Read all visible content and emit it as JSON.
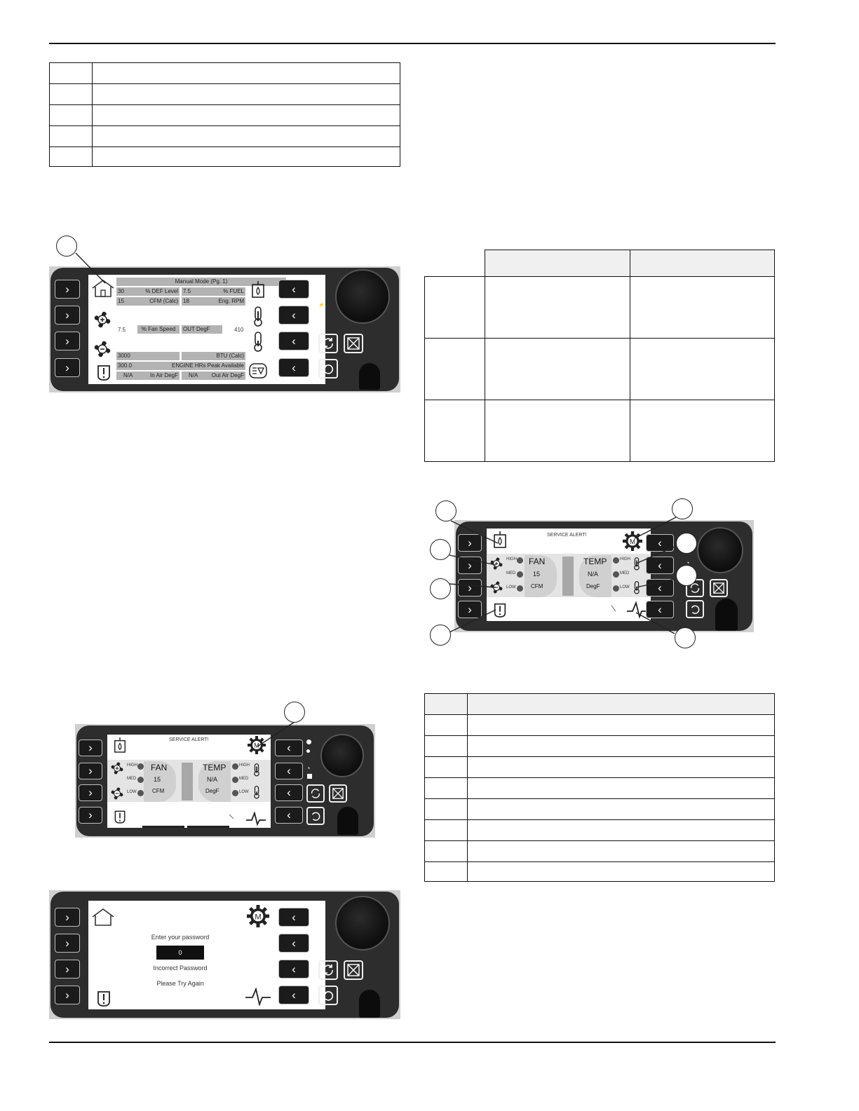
{
  "screens": {
    "manual_mode": {
      "title": "Manual Mode (Pg. 1)",
      "row1": [
        {
          "value": "30",
          "label": "% DEF Level"
        },
        {
          "value": "7.5",
          "label": "% FUEL"
        }
      ],
      "row2": [
        {
          "value": "15",
          "label": "CFM (Calc)"
        },
        {
          "value": "18",
          "label": "Eng. RPM"
        }
      ],
      "row3": {
        "value": "7.5",
        "label": "% Fan Speed",
        "out_label": "OUT DegF",
        "out_value": "410"
      },
      "row4": {
        "value": "3000",
        "label": "BTU (Calc)"
      },
      "row5": {
        "value": "300.0",
        "label": "ENGINE HRs Peak Available"
      },
      "row6": [
        {
          "value": "N/A",
          "label": "In Air DegF"
        },
        {
          "value": "N/A",
          "label": "Out Air DegF"
        }
      ]
    },
    "service_alert": {
      "title": "SERVICE ALERT!",
      "fan_label": "FAN",
      "fan_value": "15",
      "fan_unit": "CFM",
      "temp_label": "TEMP",
      "temp_value": "N/A",
      "temp_unit": "DegF",
      "levels": [
        "HIGH",
        "MED",
        "LOW"
      ],
      "gear_letter": "M"
    },
    "password": {
      "prompt": "Enter your password",
      "value": "0",
      "error": "Incorrect Password",
      "retry": "Please Try Again",
      "gear_letter": "M"
    }
  },
  "button_glyphs": {
    "right": "›",
    "left": "‹"
  }
}
